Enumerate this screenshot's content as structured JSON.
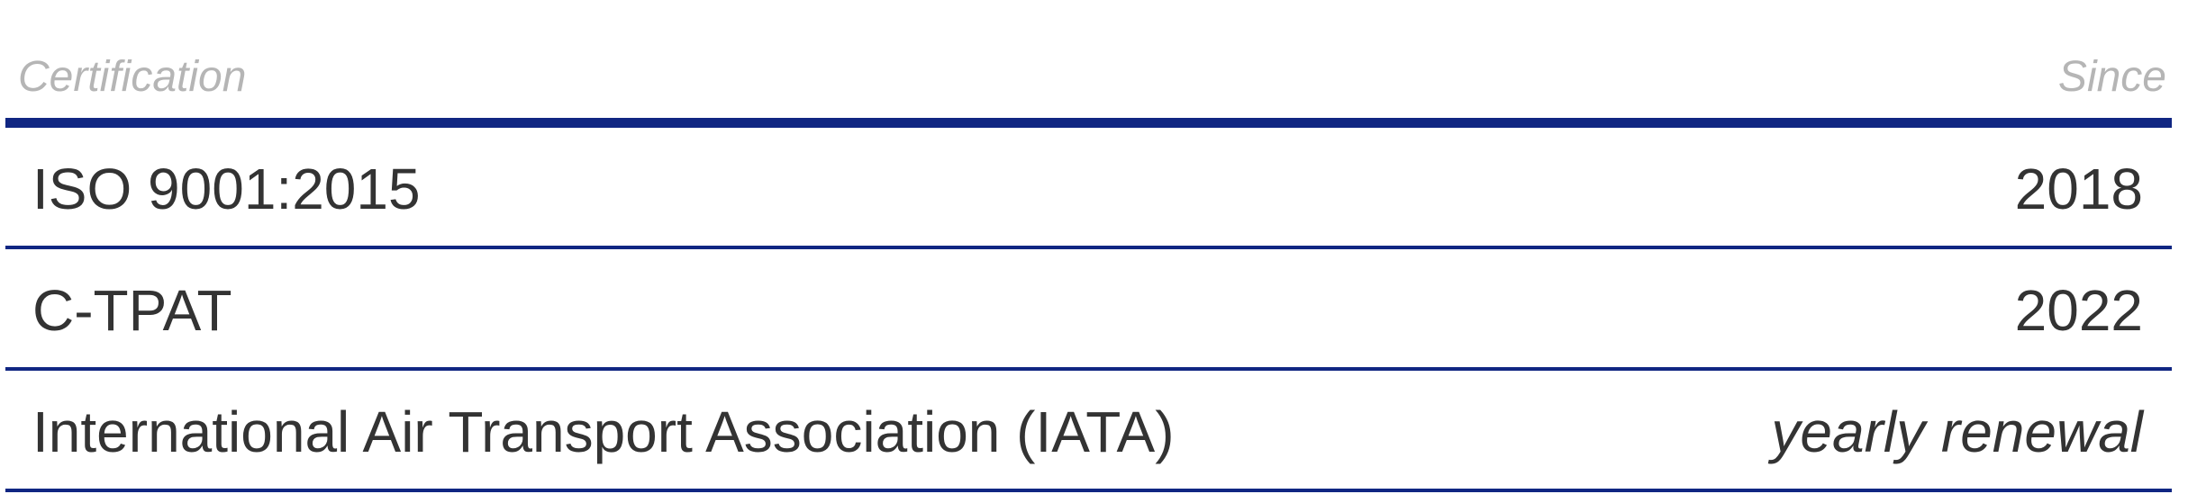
{
  "header": {
    "certification_label": "Certification",
    "since_label": "Since"
  },
  "rows": [
    {
      "name": "ISO 9001:2015",
      "since": "2018"
    },
    {
      "name": "C-TPAT",
      "since": "2022"
    },
    {
      "name": "International Air Transport Association (IATA)",
      "since": "yearly renewal"
    }
  ],
  "colors": {
    "rule": "#102682",
    "header_text": "#b5b5b5",
    "body_text": "#333333"
  }
}
